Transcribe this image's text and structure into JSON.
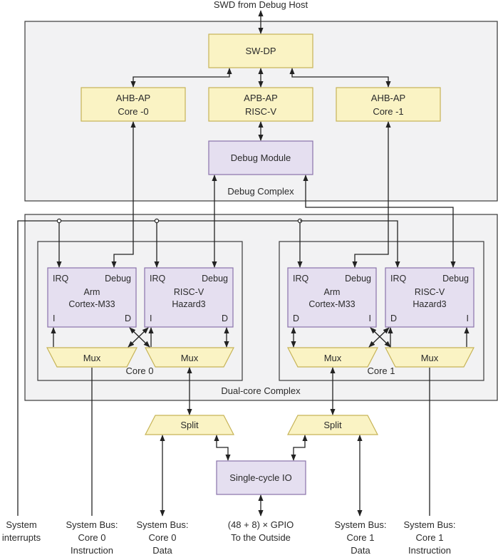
{
  "top_label": "SWD from Debug Host",
  "debug_complex": {
    "label": "Debug Complex",
    "swdp": "SW-DP",
    "ahb_ap_0": [
      "AHB-AP",
      "Core -0"
    ],
    "apb_ap": [
      "APB-AP",
      "RISC-V"
    ],
    "ahb_ap_1": [
      "AHB-AP",
      "Core -1"
    ],
    "debug_module": "Debug Module"
  },
  "dual_core": {
    "label": "Dual-core Complex",
    "core0": {
      "label": "Core 0",
      "arm": {
        "irq": "IRQ",
        "debug": "Debug",
        "name": [
          "Arm",
          "Cortex-M33"
        ],
        "port_left": "I",
        "port_right": "D"
      },
      "riscv": {
        "irq": "IRQ",
        "debug": "Debug",
        "name": [
          "RISC-V",
          "Hazard3"
        ],
        "port_left": "I",
        "port_right": "D"
      },
      "mux_left": "Mux",
      "mux_right": "Mux"
    },
    "core1": {
      "label": "Core 1",
      "arm": {
        "irq": "IRQ",
        "debug": "Debug",
        "name": [
          "Arm",
          "Cortex-M33"
        ],
        "port_left": "D",
        "port_right": "I"
      },
      "riscv": {
        "irq": "IRQ",
        "debug": "Debug",
        "name": [
          "RISC-V",
          "Hazard3"
        ],
        "port_left": "D",
        "port_right": "I"
      },
      "mux_left": "Mux",
      "mux_right": "Mux"
    }
  },
  "split_left": "Split",
  "split_right": "Split",
  "single_cycle_io": "Single-cycle IO",
  "bottom_labels": {
    "interrupts": [
      "System",
      "interrupts"
    ],
    "bus_core0_instr": [
      "System Bus:",
      "Core 0",
      "Instruction"
    ],
    "bus_core0_data": [
      "System Bus:",
      "Core 0",
      "Data"
    ],
    "gpio": [
      "(48 + 8) × GPIO",
      "To the Outside"
    ],
    "bus_core1_data": [
      "System Bus:",
      "Core 1",
      "Data"
    ],
    "bus_core1_instr": [
      "System Bus:",
      "Core 1",
      "Instruction"
    ]
  },
  "colors": {
    "ap_fill": "#faf3c4",
    "module_fill": "#e5dff0",
    "frame_fill": "#f2f2f3"
  }
}
